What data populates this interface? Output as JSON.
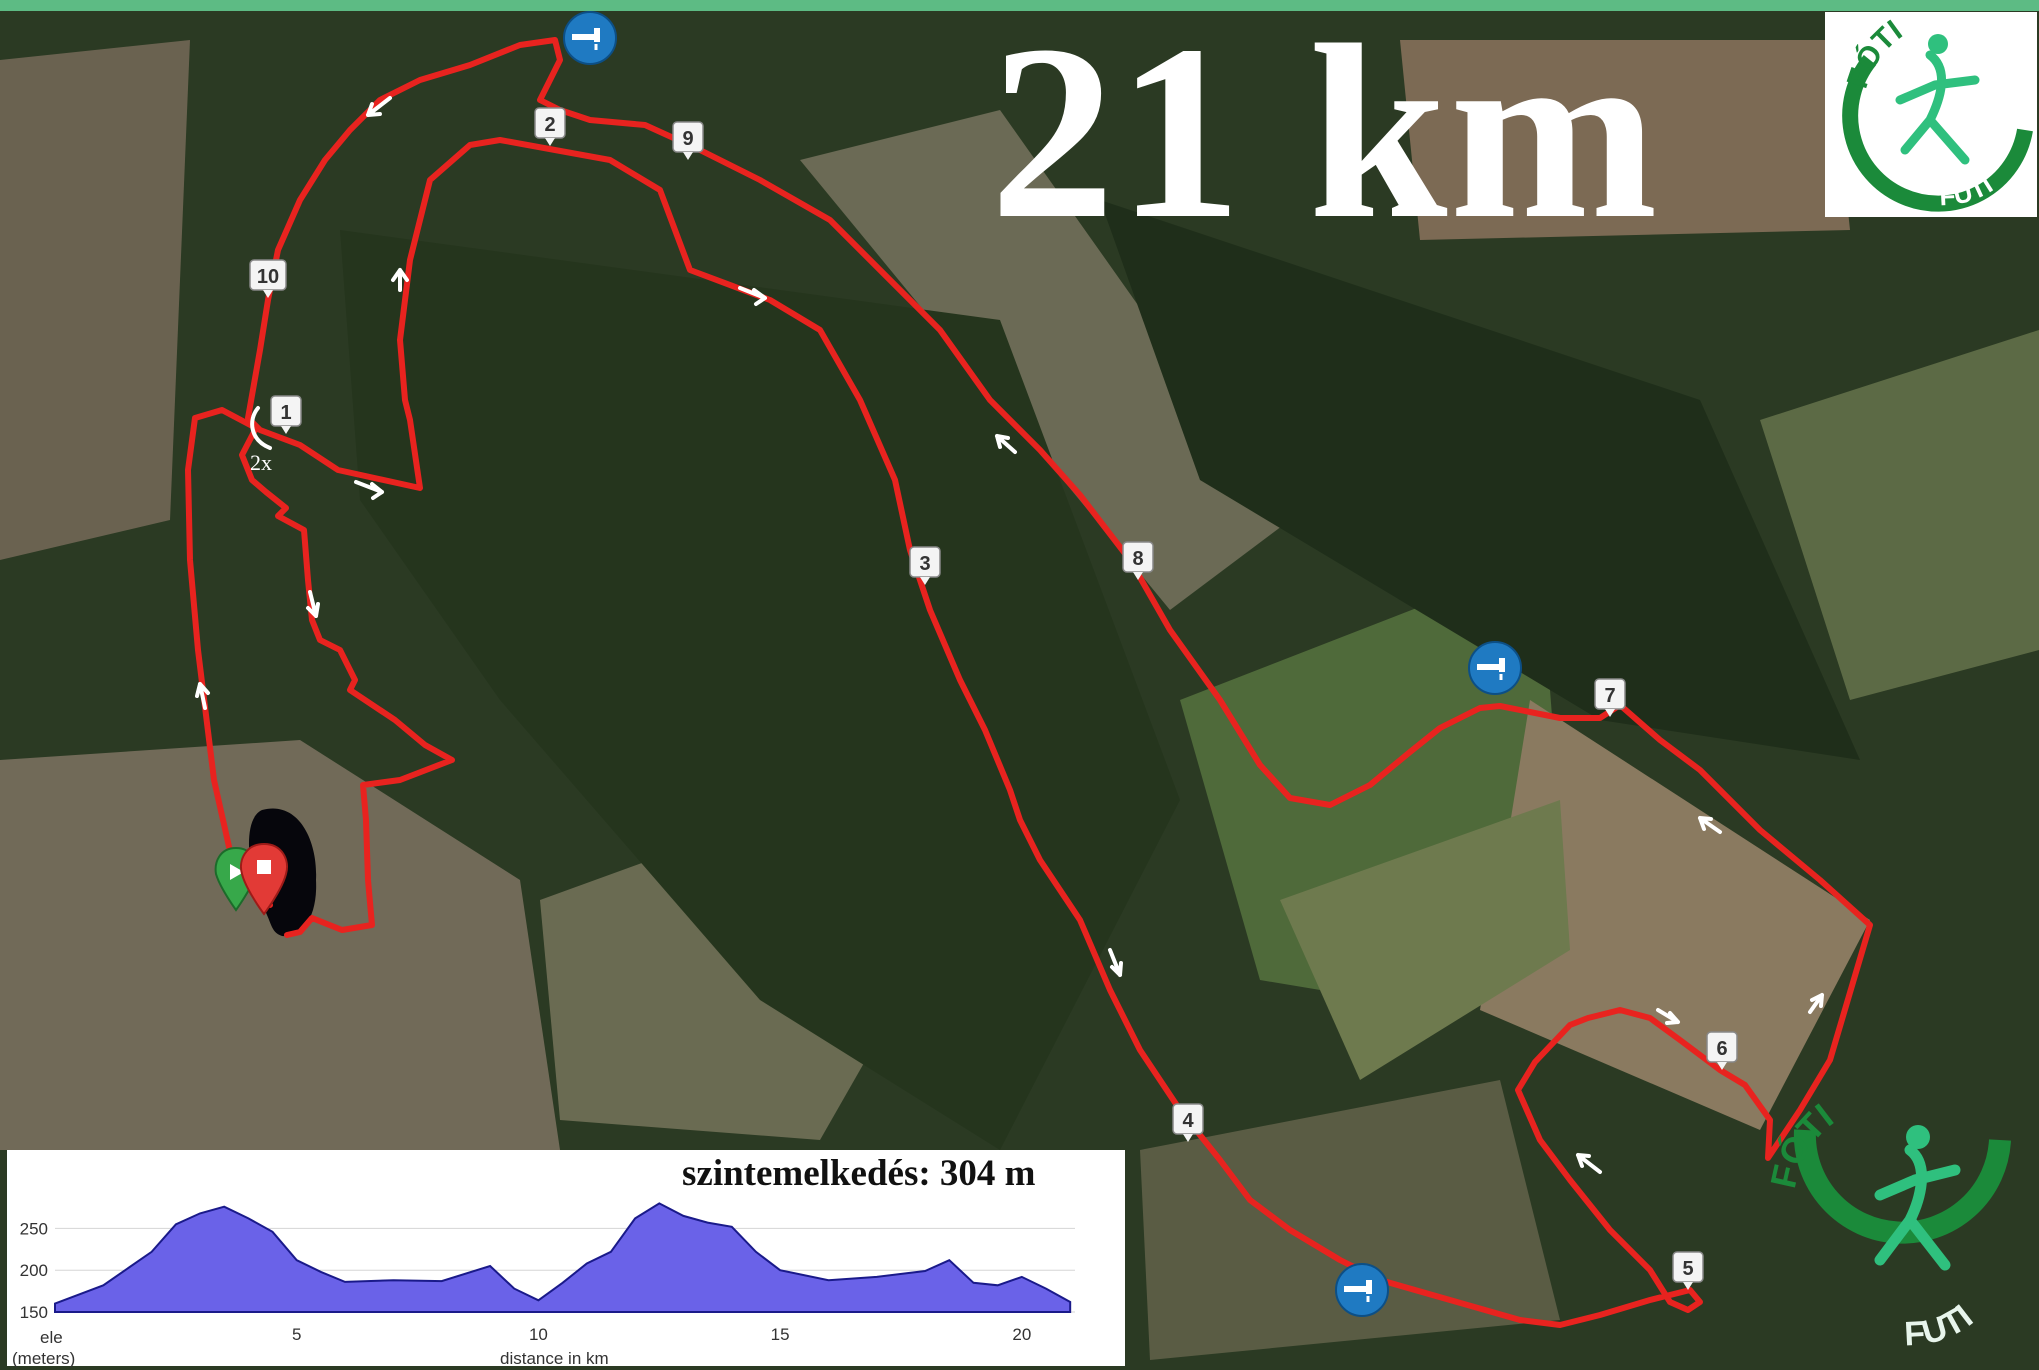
{
  "title": "21 km",
  "elevation": {
    "title": "szintemelkedés: 304 m",
    "y_axis_label": "ele",
    "y_axis_unit": "(meters)",
    "x_axis_label": "distance in km",
    "y_ticks": [
      "250",
      "200",
      "150"
    ],
    "x_ticks": [
      "5",
      "10",
      "15",
      "20"
    ],
    "profile_km": [
      0,
      1,
      2,
      2.5,
      3,
      3.5,
      4,
      4.5,
      5,
      5.5,
      6,
      7,
      8,
      9,
      9.5,
      10,
      10.5,
      11,
      11.5,
      12,
      12.5,
      13,
      13.5,
      14,
      14.5,
      15,
      16,
      17,
      18,
      18.5,
      19,
      19.5,
      20,
      20.5,
      21
    ],
    "profile_m": [
      160,
      182,
      222,
      255,
      268,
      276,
      262,
      246,
      212,
      198,
      186,
      188,
      187,
      205,
      178,
      164,
      185,
      208,
      222,
      262,
      280,
      265,
      257,
      252,
      222,
      200,
      188,
      192,
      199,
      212,
      185,
      182,
      192,
      178,
      162
    ]
  },
  "markers": [
    "1",
    "2",
    "3",
    "4",
    "5",
    "6",
    "7",
    "8",
    "9",
    "10"
  ],
  "annotation": "2x",
  "logo": {
    "top_word": "FÓTI",
    "bottom_word": "FUTI"
  },
  "colors": {
    "route": "#e8231f",
    "profile_fill": "#6a62e8",
    "logo_green": "#1b8a3a",
    "figure": "#2fc07e"
  }
}
